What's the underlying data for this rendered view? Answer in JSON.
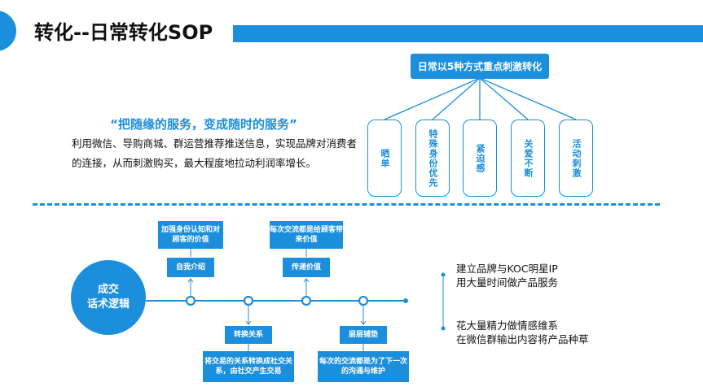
{
  "header": {
    "title": "转化--日常转化SOP"
  },
  "top_box": "日常以5种方式重点刺激转化",
  "cards": [
    "晒单",
    "特殊身份优先",
    "紧迫感",
    "关爱不断",
    "活动刺激"
  ],
  "quote": "“把随缘的服务，变成随时的服务”",
  "paragraph": "利用微信、导购商城、群运营推荐推送信息，实现品牌对消费者的连接，从而刺激购买，最大程度地拉动利润率增长。",
  "center_circle": {
    "line1": "成交",
    "line2": "话术逻辑"
  },
  "flow_top": [
    {
      "desc": "加强身份认知和对顾客的价值",
      "label": "自我介绍"
    },
    {
      "desc": "每次交流都是给顾客带来价值",
      "label": "传递价值"
    }
  ],
  "flow_bottom": [
    {
      "label": "转换关系",
      "desc": "将交易的关系转换成社交关系，由社交产生交易"
    },
    {
      "label": "层层铺垫",
      "desc": "每次的交流都是为了下一次的沟通与维护"
    }
  ],
  "right_notes": [
    {
      "line1": "建立品牌与KOC明星IP",
      "line2": "用大量时间做产品服务"
    },
    {
      "line1": "花大量精力做情感维系",
      "line2": "在微信群输出内容将产品种草"
    }
  ],
  "colors": {
    "accent": "#1b8fdc"
  }
}
